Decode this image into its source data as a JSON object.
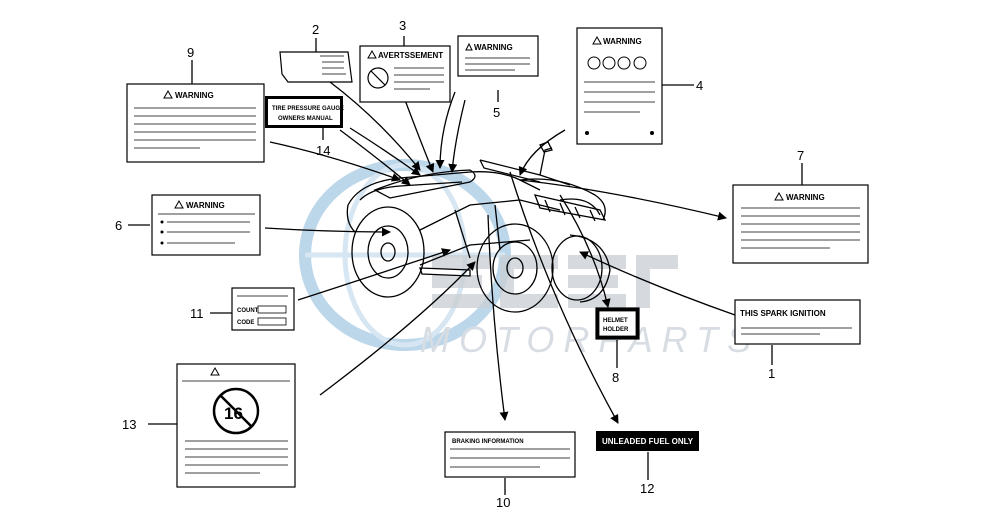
{
  "watermark": {
    "brand": "MOTORPARTS"
  },
  "colors": {
    "line": "#000000",
    "watermark_blue": "#bcd6ea",
    "watermark_grey": "#c9ced3"
  },
  "callouts": [
    {
      "number": "1",
      "label": "THIS SPARK IGNITION"
    },
    {
      "number": "2",
      "label": ""
    },
    {
      "number": "3",
      "label": "AVERTSSEMENT"
    },
    {
      "number": "4",
      "label": "WARNING"
    },
    {
      "number": "5",
      "label": "WARNING"
    },
    {
      "number": "6",
      "label": "WARNING"
    },
    {
      "number": "7",
      "label": "WARNING"
    },
    {
      "number": "8",
      "label_line1": "HELMET",
      "label_line2": "HOLDER"
    },
    {
      "number": "9",
      "label": "WARNING"
    },
    {
      "number": "10",
      "label": "BRAKING INFORMATION"
    },
    {
      "number": "11",
      "label_line1": "COUNT",
      "label_line2": "CODE"
    },
    {
      "number": "12",
      "label": "UNLEADED FUEL ONLY"
    },
    {
      "number": "13",
      "label": "16"
    },
    {
      "number": "14",
      "label_line1": "TIRE PRESSURE GAUGE",
      "label_line2": "OWNERS MANUAL"
    }
  ]
}
